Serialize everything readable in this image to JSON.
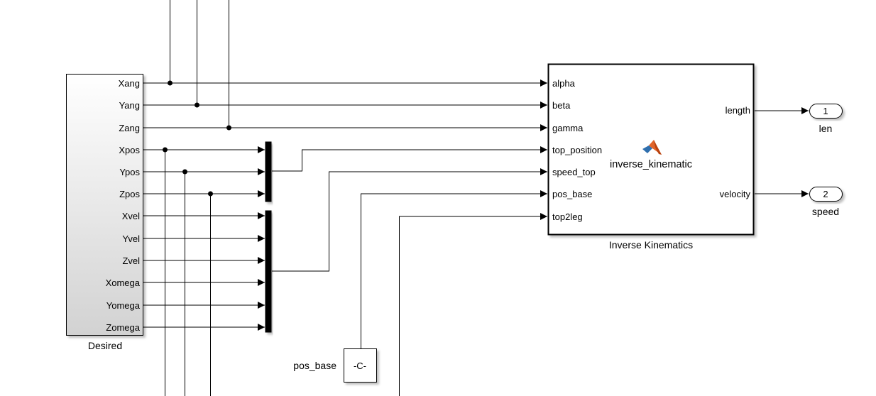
{
  "desired": {
    "name": "Desired",
    "ports": [
      "Xang",
      "Yang",
      "Zang",
      "Xpos",
      "Ypos",
      "Zpos",
      "Xvel",
      "Yvel",
      "Zvel",
      "Xomega",
      "Yomega",
      "Zomega"
    ]
  },
  "ik": {
    "name": "Inverse Kinematics",
    "function_name": "inverse_kinematic",
    "inputs": [
      "alpha",
      "beta",
      "gamma",
      "top_position",
      "speed_top",
      "pos_base",
      "top2leg"
    ],
    "outputs": [
      "length",
      "velocity"
    ],
    "icon": "matlab-logo-icon"
  },
  "outports": [
    {
      "number": "1",
      "label": "len"
    },
    {
      "number": "2",
      "label": "speed"
    }
  ],
  "constant": {
    "value": "-C-",
    "label": "pos_base"
  },
  "colors": {
    "line": "#000000",
    "block_border": "#000000",
    "gradient_top": "#ffffff",
    "gradient_bottom": "#d4d4d4"
  }
}
